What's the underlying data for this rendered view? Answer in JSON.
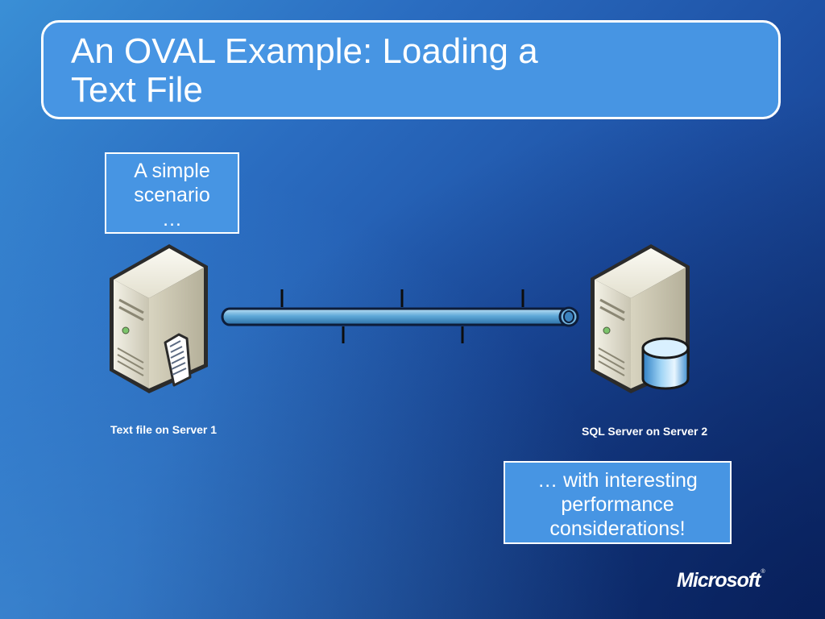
{
  "slide": {
    "title_line1": "An OVAL Example: Loading a",
    "title_line2": "Text File"
  },
  "callouts": {
    "top_left": {
      "line1": "A simple",
      "line2": "scenario",
      "line3": "…"
    },
    "bottom_right": {
      "line1": "… with interesting",
      "line2": "performance",
      "line3": "considerations!"
    }
  },
  "servers": {
    "server1_label": "Text file on Server 1",
    "server2_label": "SQL Server on Server 2"
  },
  "logo": {
    "text": "Microsoft",
    "mark": "®"
  },
  "colors": {
    "box_fill": "#4795e3",
    "box_border": "#ffffff",
    "background_light": "#3a8fd6",
    "background_dark": "#0f2e72"
  },
  "icons": [
    "server-icon",
    "document-icon",
    "database-icon",
    "pipe-icon"
  ]
}
